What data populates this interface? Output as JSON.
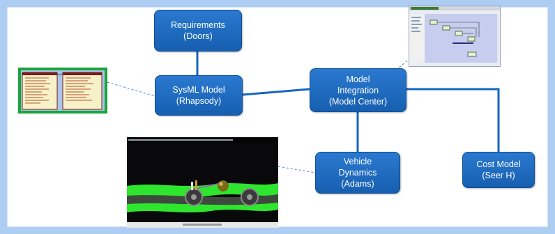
{
  "nodes": {
    "requirements": {
      "line1": "Requirements",
      "line2": "(Doors)"
    },
    "sysml": {
      "line1": "SysML Model",
      "line2": "(Rhapsody)"
    },
    "integration": {
      "line1": "Model",
      "line2": "Integration",
      "line3": "(Model Center)"
    },
    "vehicle": {
      "line1": "Vehicle",
      "line2": "Dynamics",
      "line3": "(Adams)"
    },
    "cost": {
      "line1": "Cost Model",
      "line2": "(Seer H)"
    }
  },
  "thumbnails": {
    "sysml": "rhapsody-screenshot",
    "integration": "model-center-screenshot",
    "vehicle": "adams-simulation-screenshot"
  },
  "colors": {
    "box": "#1f6cc3",
    "connector": "#1565c0",
    "frame": "#aecdf2",
    "thumb_border_green": "#1aa53a"
  }
}
